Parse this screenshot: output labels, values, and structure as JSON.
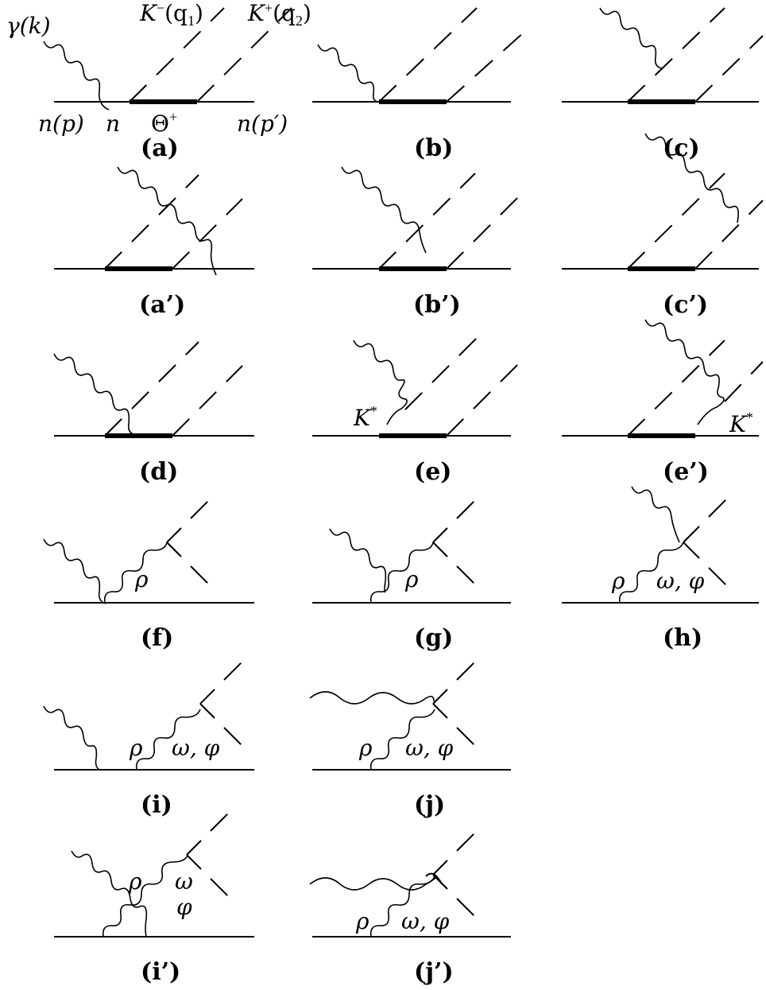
{
  "captions": {
    "a": "(a)",
    "b": "(b)",
    "c": "(c)",
    "a_p": "(a’)",
    "b_p": "(b’)",
    "c_p": "(c’)",
    "d": "(d)",
    "e": "(e)",
    "e_p": "(e’)",
    "f": "(f)",
    "g": "(g)",
    "h": "(h)",
    "i": "(i)",
    "j": "(j)",
    "i_p": "(i’)",
    "j_p": "(j’)"
  },
  "labels": {
    "gamma": "γ(k)",
    "kminus": "K",
    "kminus_sup": "−",
    "kminus_arg": "(q",
    "kminus_sub": "1",
    "kplus": "K",
    "kplus_sup": "+",
    "kplus_arg": "(q",
    "kplus_sub": "2",
    "close_paren": ")",
    "n_p": "n(p)",
    "n": "n",
    "theta": "Θ",
    "theta_sup": "+",
    "n_pprime": "n(p′)",
    "kstar": "K",
    "kstar_sup": "*",
    "rho": "ρ",
    "omega_phi": "ω, φ",
    "omega": "ω",
    "phi": "φ"
  }
}
